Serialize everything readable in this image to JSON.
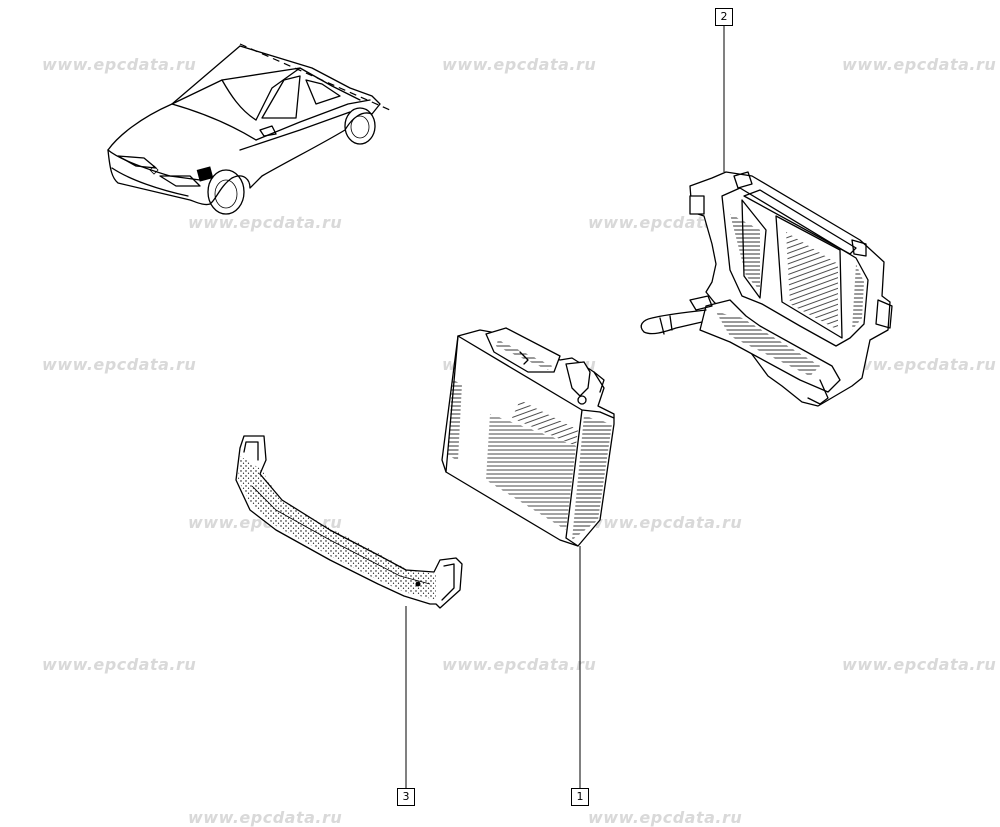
{
  "watermark": {
    "text": "www.epcdata.ru",
    "color": "#d9d9d9"
  },
  "callouts": {
    "part1": "1",
    "part2": "2",
    "part3": "3"
  },
  "icons": {
    "vehicle": "car-outline-icon",
    "module": "control-unit-box",
    "bracket": "mounting-bracket",
    "strap": "retaining-strap"
  }
}
